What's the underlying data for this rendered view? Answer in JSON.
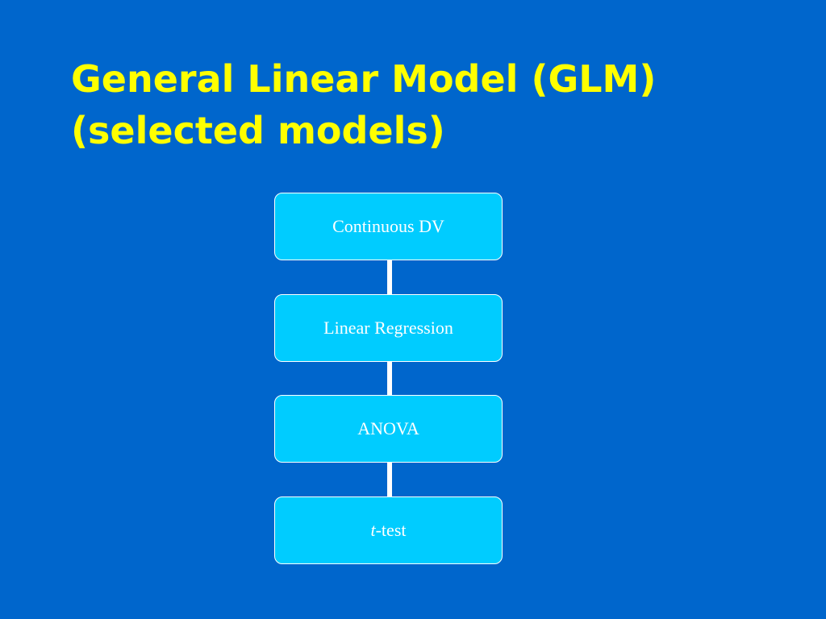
{
  "slide": {
    "title_line1": "General Linear Model (GLM)",
    "title_line2": "(selected models)",
    "background_color": "#0066cc",
    "title_color": "#ffff00"
  },
  "diagram": {
    "box_color": "#00ccff",
    "connector_color": "#ffffff",
    "nodes": [
      {
        "label": "Continuous DV"
      },
      {
        "label": "Linear Regression"
      },
      {
        "label": "ANOVA"
      },
      {
        "label_italic": "t",
        "label_rest": "-test"
      }
    ]
  }
}
